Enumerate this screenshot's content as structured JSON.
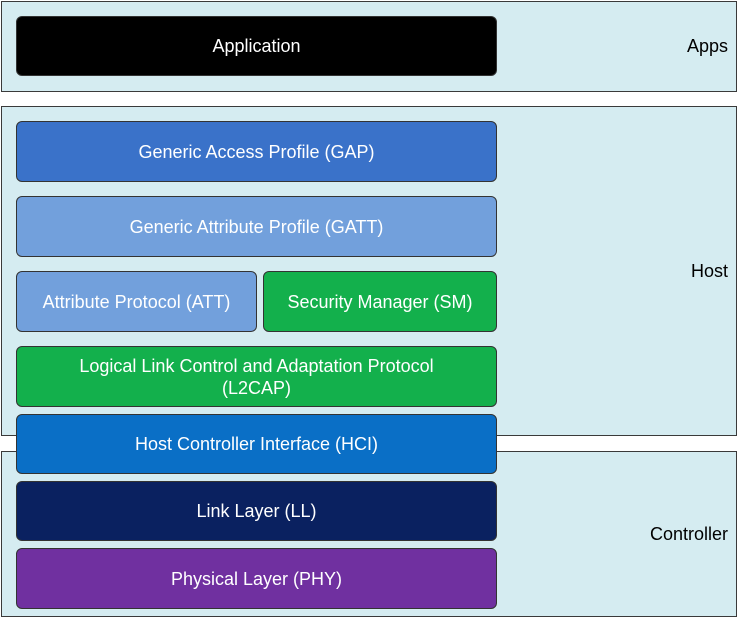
{
  "regions": {
    "apps": {
      "label": "Apps",
      "color": "#d5ecf1"
    },
    "host": {
      "label": "Host",
      "color": "#d5ecf1"
    },
    "controller": {
      "label": "Controller",
      "color": "#d5ecf1"
    }
  },
  "blocks": {
    "application": {
      "label": "Application",
      "color": "#000000"
    },
    "gap": {
      "label": "Generic Access Profile (GAP)",
      "color": "#3a72c9"
    },
    "gatt": {
      "label": "Generic Attribute Profile (GATT)",
      "color": "#72a0dc"
    },
    "att": {
      "label": "Attribute Protocol (ATT)",
      "color": "#72a0dc"
    },
    "sm": {
      "label": "Security Manager (SM)",
      "color": "#13b04c"
    },
    "l2cap": {
      "line1": "Logical Link Control and Adaptation Protocol",
      "line2": "(L2CAP)",
      "color": "#13b04c"
    },
    "hci": {
      "label": "Host Controller Interface (HCI)",
      "color": "#0a6fc6"
    },
    "ll": {
      "label": "Link Layer (LL)",
      "color": "#0a2160"
    },
    "phy": {
      "label": "Physical Layer (PHY)",
      "color": "#7030a0"
    }
  }
}
